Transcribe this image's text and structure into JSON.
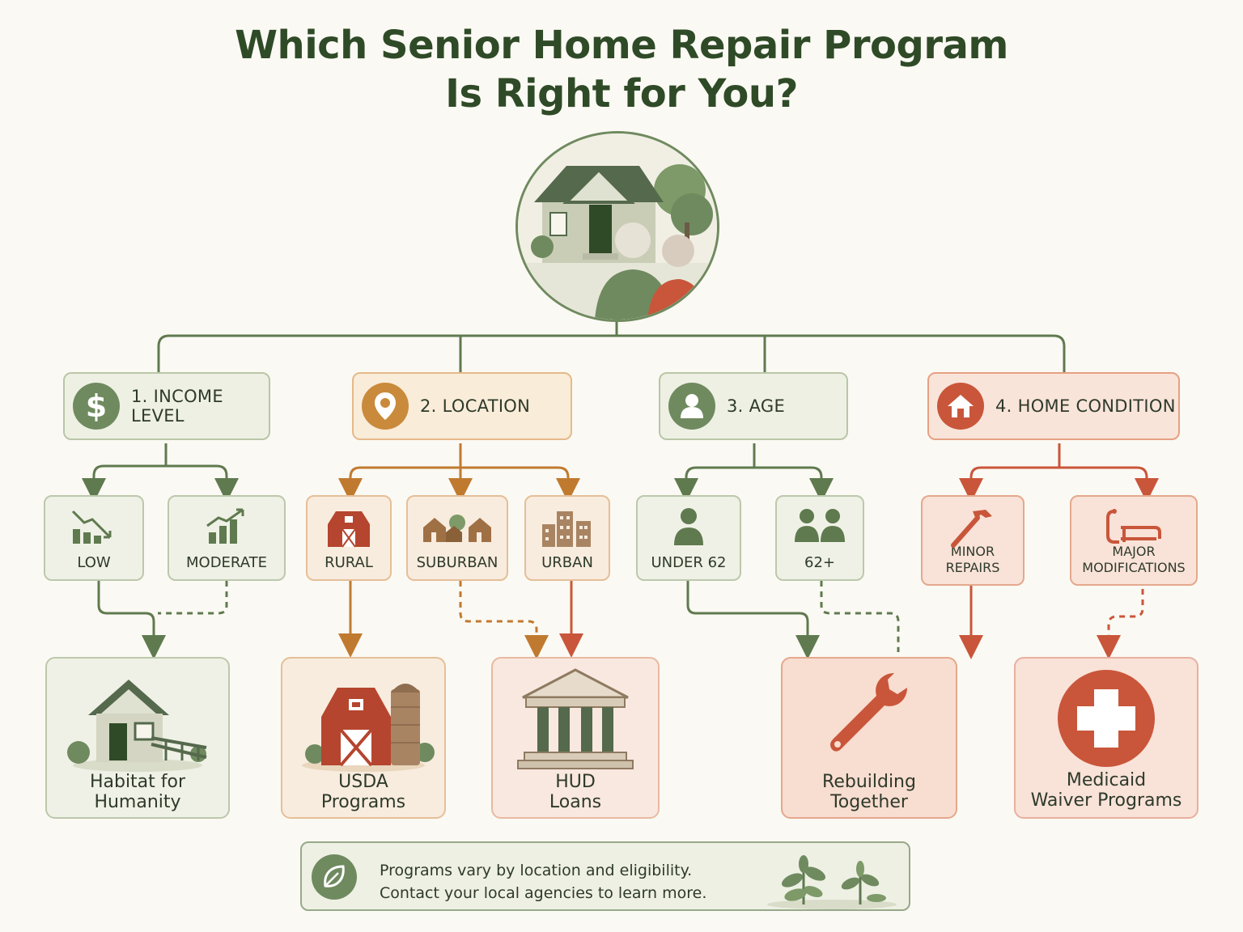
{
  "title": {
    "line1": "Which Senior Home Repair Program",
    "line2": "Is Right for You?"
  },
  "colors": {
    "green": "#6f8a5f",
    "orange": "#c98a3b",
    "red": "#c9563a",
    "background": "#fbf9f3"
  },
  "categories": [
    {
      "label": "1. INCOME LEVEL",
      "icon": "dollar-icon"
    },
    {
      "label": "2. LOCATION",
      "icon": "map-pin-icon"
    },
    {
      "label": "3. AGE",
      "icon": "person-icon"
    },
    {
      "label": "4. HOME CONDITION",
      "icon": "house-icon"
    }
  ],
  "options": {
    "low": {
      "label": "LOW",
      "icon": "chart-down-icon"
    },
    "moderate": {
      "label": "MODERATE",
      "icon": "chart-up-icon"
    },
    "rural": {
      "label": "RURAL",
      "icon": "barn-icon"
    },
    "suburban": {
      "label": "SUBURBAN",
      "icon": "houses-icon"
    },
    "urban": {
      "label": "URBAN",
      "icon": "buildings-icon"
    },
    "under62": {
      "label": "UNDER 62",
      "icon": "person-icon"
    },
    "over62": {
      "label": "62+",
      "icon": "two-people-icon"
    },
    "minor": {
      "label_1": "MINOR",
      "label_2": "REPAIRS",
      "icon": "hammer-icon"
    },
    "major": {
      "label_1": "MAJOR",
      "label_2": "MODIFICATIONS",
      "icon": "grab-bar-icon"
    }
  },
  "results": [
    {
      "line1": "Habitat for",
      "line2": "Humanity",
      "icon": "house-ramp-icon"
    },
    {
      "line1": "USDA",
      "line2": "Programs",
      "icon": "barn-silo-icon"
    },
    {
      "line1": "HUD",
      "line2": "Loans",
      "icon": "bank-building-icon"
    },
    {
      "line1": "Rebuilding",
      "line2": "Together",
      "icon": "wrench-icon"
    },
    {
      "line1": "Medicaid",
      "line2": "Waiver Programs",
      "icon": "medical-cross-icon"
    }
  ],
  "note": {
    "line1": "Programs vary by location and eligibility.",
    "line2": "Contact your local agencies to learn more.",
    "icon": "leaf-icon"
  }
}
